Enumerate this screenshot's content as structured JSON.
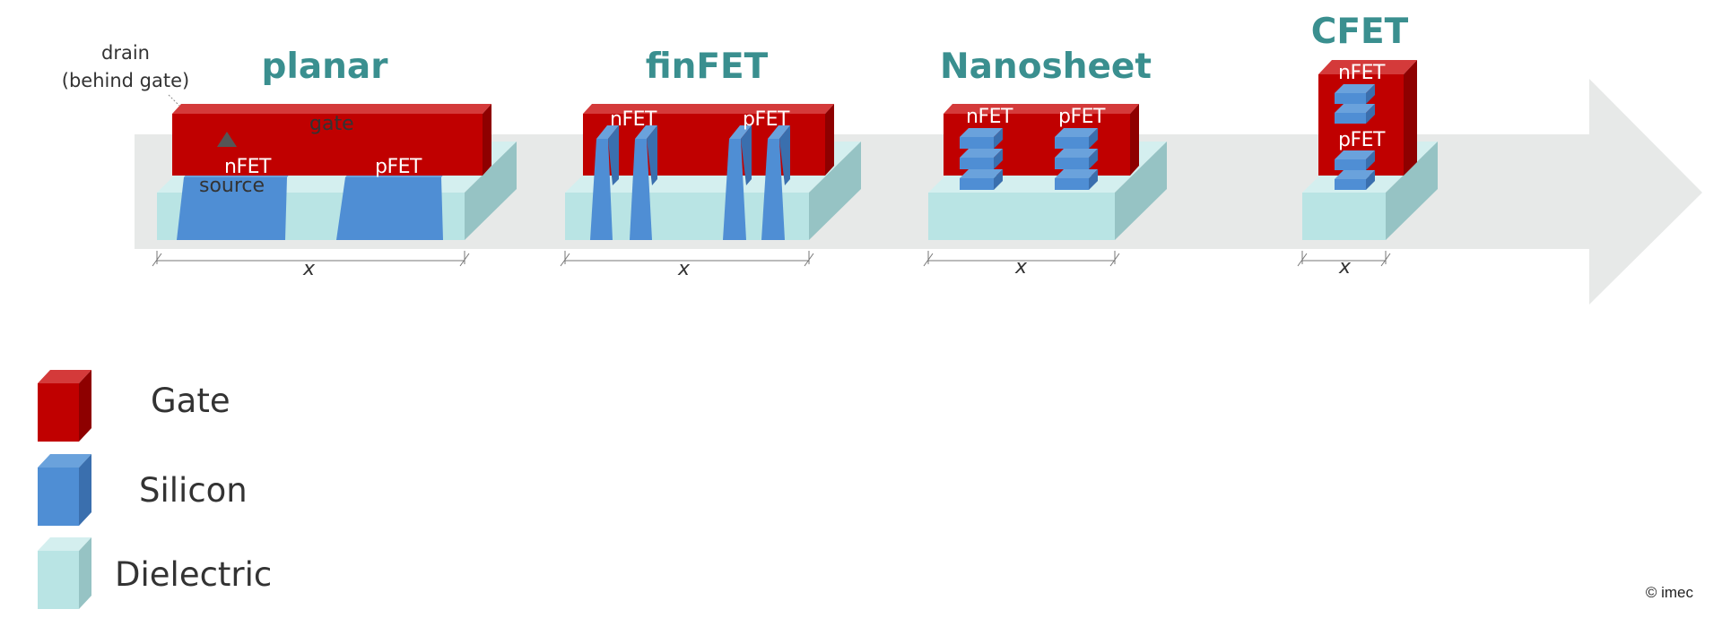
{
  "colors": {
    "gate": "#c00000",
    "silicon": "#4f8ed4",
    "dielectric": "#b9e4e4",
    "title": "#3a8f8f",
    "arrow": "#e7e9e8"
  },
  "titles": {
    "planar": "planar",
    "finfet": "finFET",
    "nanosheet": "Nanosheet",
    "cfet": "CFET"
  },
  "annotations": {
    "drain_line1": "drain",
    "drain_line2": "(behind gate)",
    "gate": "gate",
    "source": "source"
  },
  "device_labels": {
    "nfet": "nFET",
    "pfet": "pFET"
  },
  "dimension_label": "x",
  "legend": [
    {
      "key": "gate",
      "label": "Gate"
    },
    {
      "key": "silicon",
      "label": "Silicon"
    },
    {
      "key": "dielectric",
      "label": "Dielectric"
    }
  ],
  "copyright": "© imec"
}
